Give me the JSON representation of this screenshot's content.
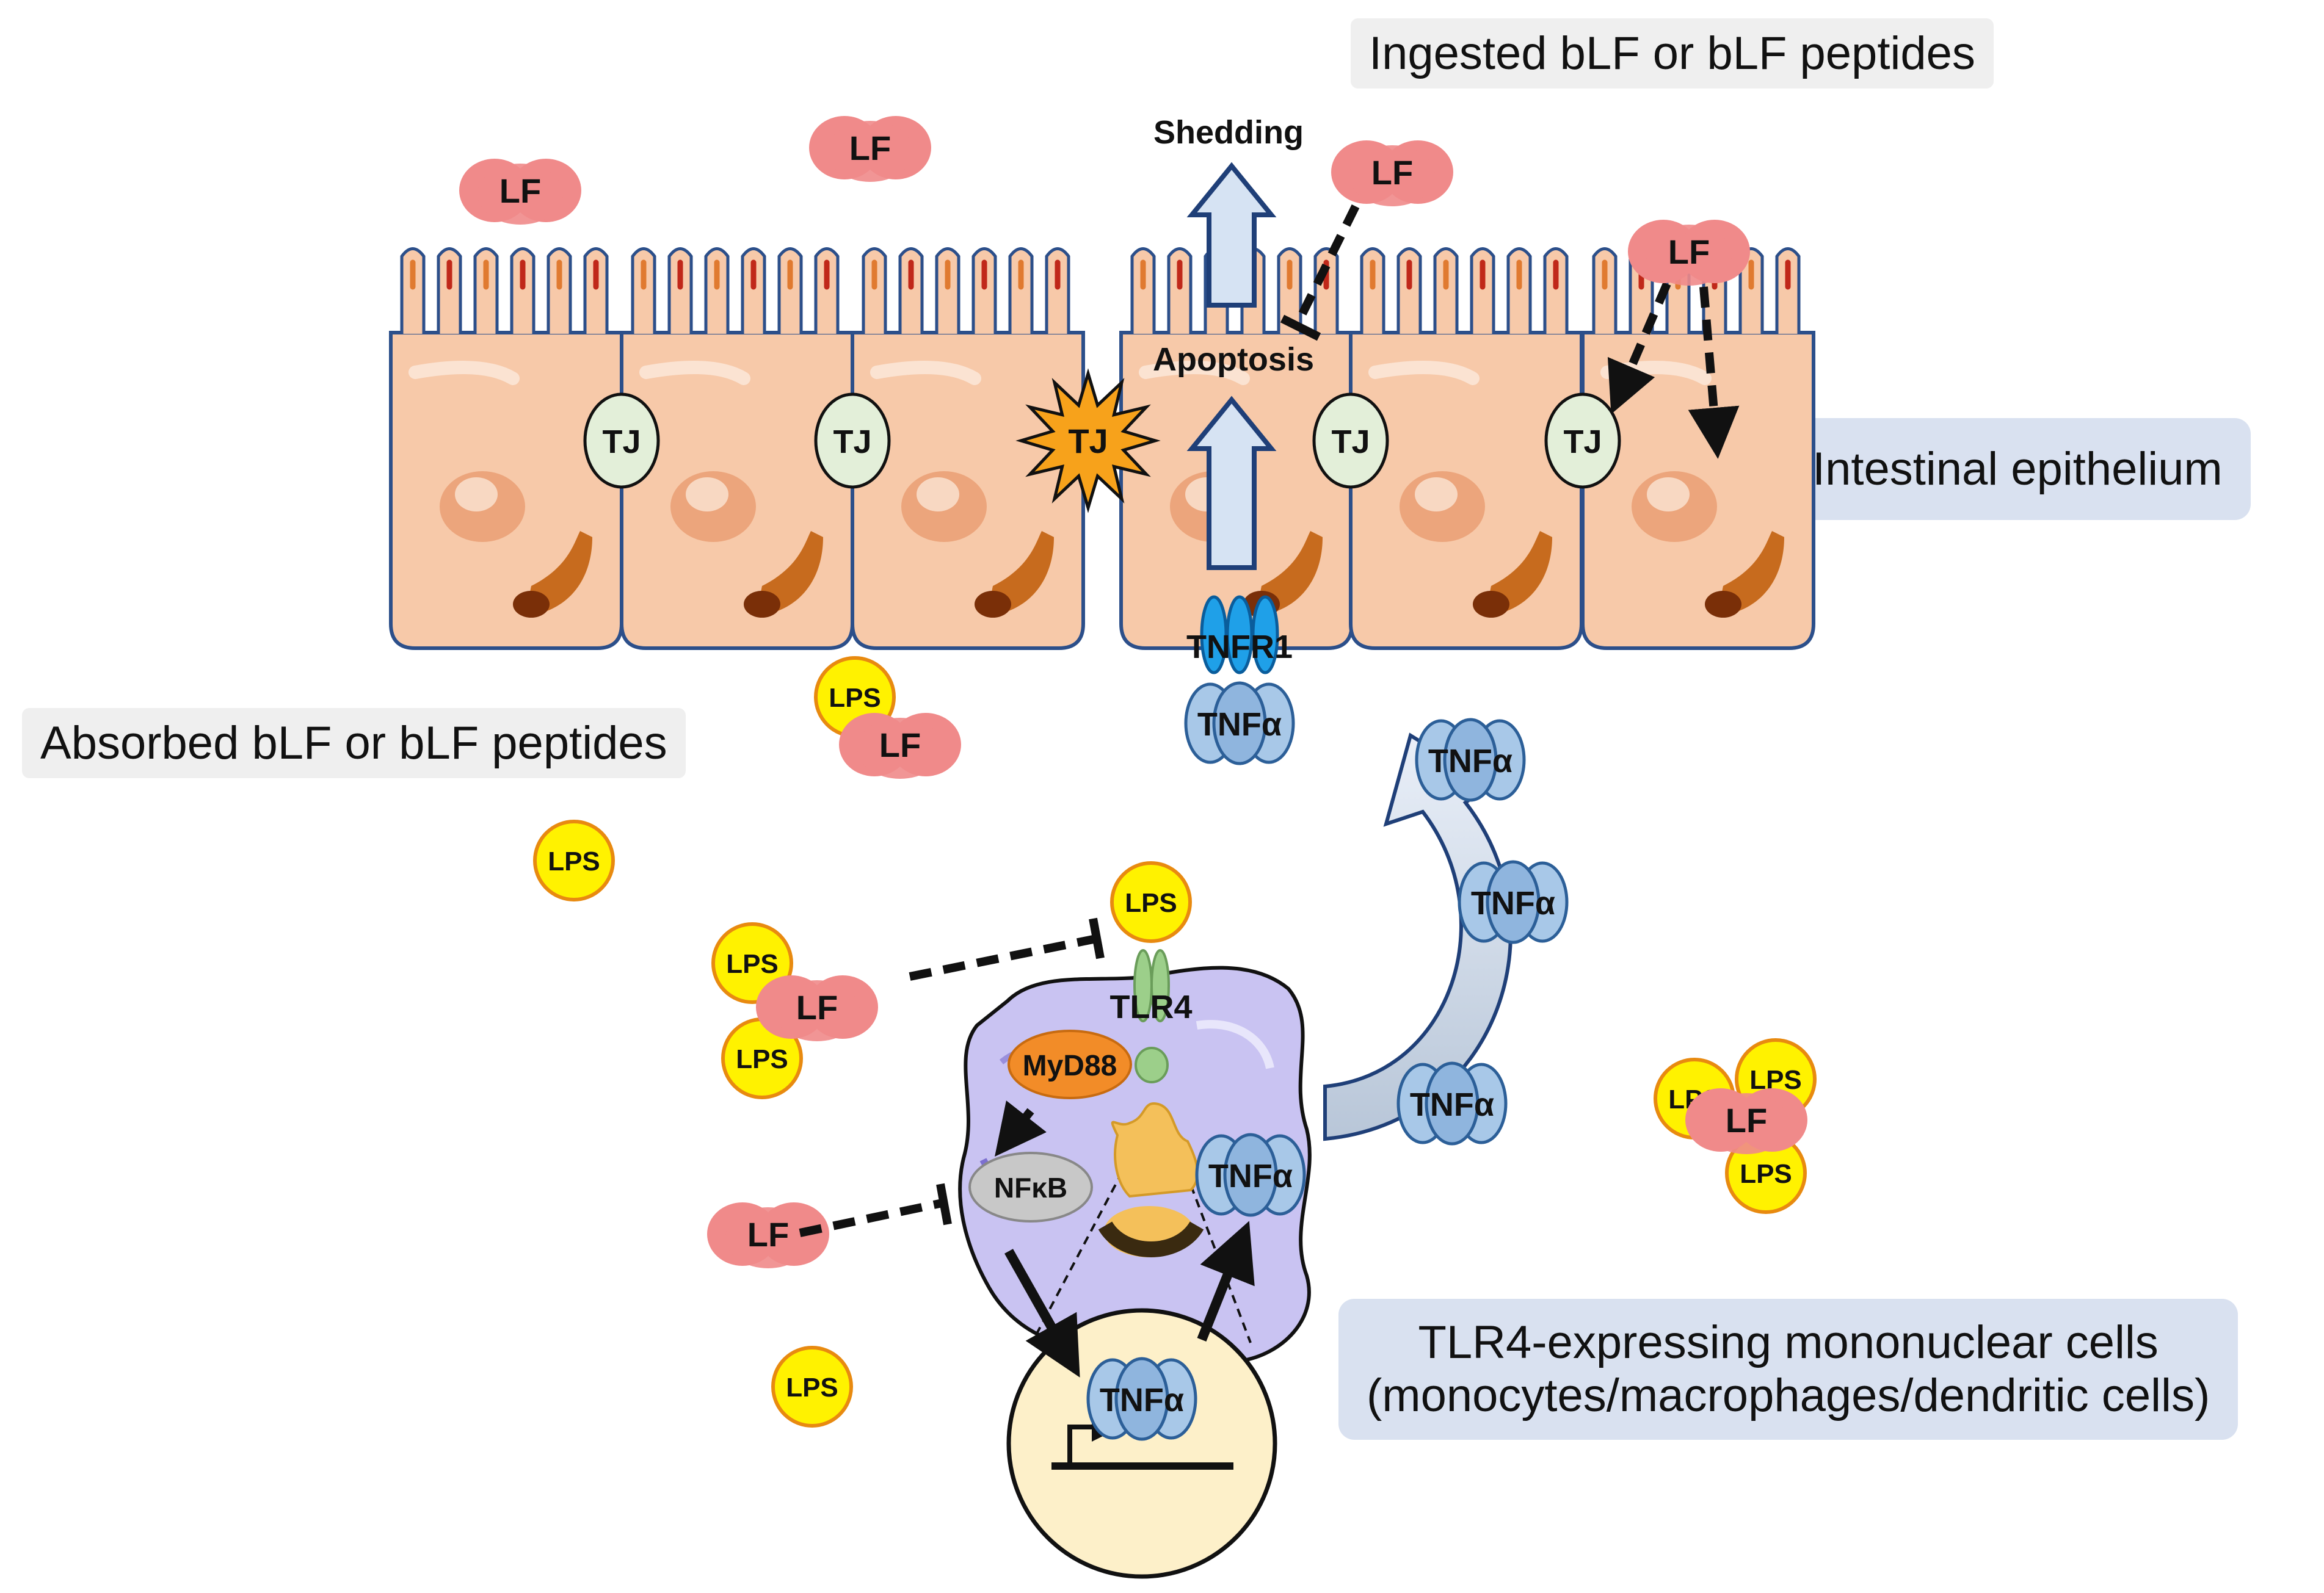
{
  "labels": {
    "ingested": "Ingested bLF or bLF peptides",
    "absorbed": "Absorbed bLF or bLF peptides",
    "intestinal_epithelium": "Intestinal epithelium",
    "tlr4_cells_line1": "TLR4-expressing mononuclear cells",
    "tlr4_cells_line2": "(monocytes/macrophages/dendritic cells)"
  },
  "process_labels": {
    "shedding": "Shedding",
    "apoptosis": "Apoptosis"
  },
  "molecules": {
    "lf": "LF",
    "lps": "LPS",
    "tj": "TJ",
    "tnfa": "TNFα",
    "tnfr1": "TNFR1",
    "tlr4": "TLR4",
    "myd88": "MyD88",
    "nfkb": "NFκB"
  },
  "colors": {
    "cell_fill": "#f7c9a9",
    "cell_border": "#2c4f8a",
    "lf_fill": "#f08a8a",
    "lps_fill": "#fff200",
    "lps_border": "#e88a10",
    "tj_fill": "#e3efd9",
    "tnf_fill": "#a8c8e8",
    "tnfr1_fill": "#1fa0e8",
    "arrow_fill": "#d6e3f3",
    "macrophage_fill": "#c9c3f2",
    "nucleus_fill": "#fdf0c9",
    "myd88_fill": "#f28c28",
    "nfkb_fill": "#c8c8c8",
    "tlr4_fill": "#9ccf8a",
    "burst_fill": "#f7a21b"
  }
}
